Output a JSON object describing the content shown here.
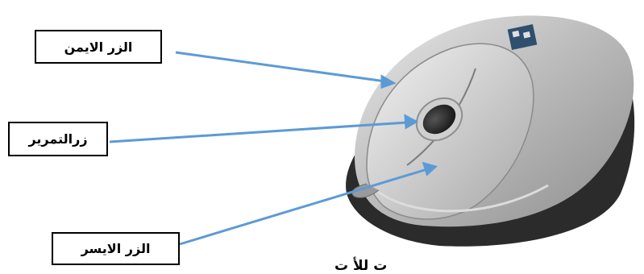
{
  "labels": {
    "right_button": "الزر الايمن",
    "scroll_button": "زرالتمرير",
    "left_button": "الزر الايسر"
  },
  "caption": "ت للأ ت",
  "colors": {
    "arrow": "#5b9bd5",
    "box_border": "#000000",
    "mouse_body": "#b5b5b5",
    "mouse_base": "#2b2b2b",
    "wheel": "#1c1c1c"
  },
  "icons": {
    "mouse": "computer-mouse-illustration",
    "logo": "brand-logo"
  }
}
